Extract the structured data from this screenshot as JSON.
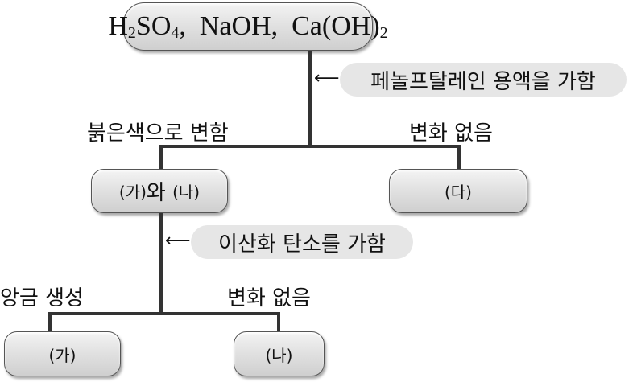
{
  "top_box": {
    "parts": [
      "H",
      "2",
      "SO",
      "4",
      ",  NaOH,  Ca(OH)",
      "2"
    ]
  },
  "step1": {
    "reagent": "페놀프탈레인 용액을 가함",
    "left_result": "붉은색으로 변함",
    "right_result": "변화 없음"
  },
  "middle_boxes": {
    "left": {
      "a": "(가)",
      "and": "와",
      "b": "(나)"
    },
    "right": "(다)"
  },
  "step2": {
    "reagent": "이산화 탄소를 가함",
    "left_result": "앙금 생성",
    "right_result": "변화 없음"
  },
  "bottom_boxes": {
    "left": "(가)",
    "right": "(나)"
  }
}
